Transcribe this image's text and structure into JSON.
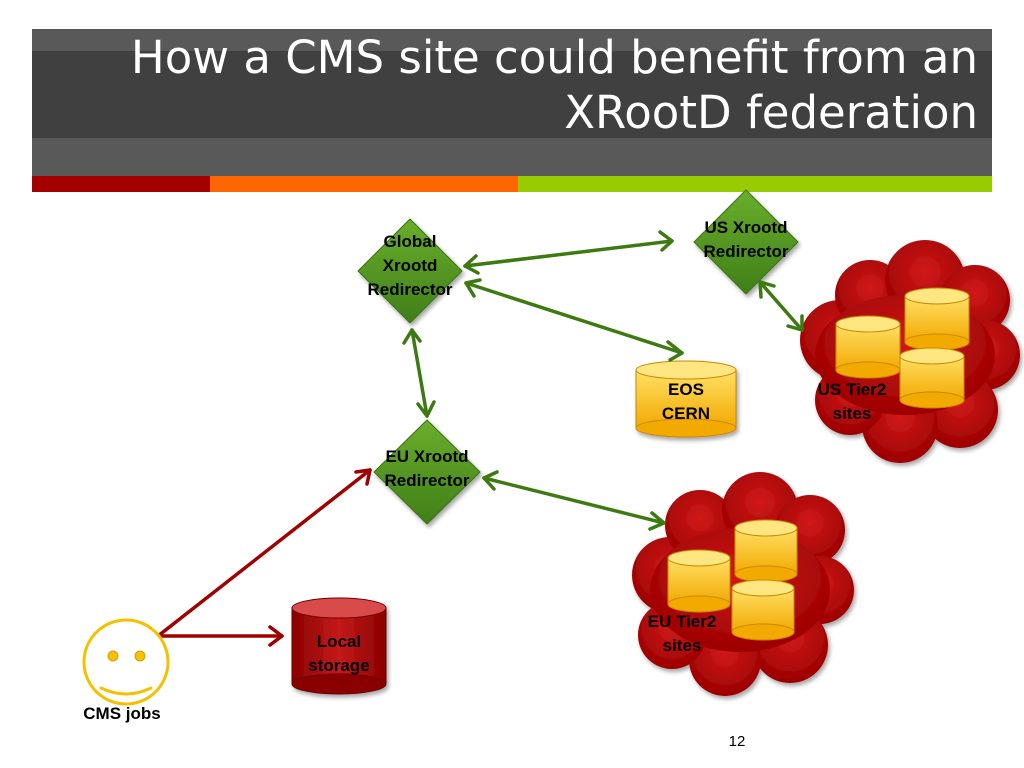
{
  "slide": {
    "title_line1": "How a CMS site could benefit from an",
    "title_line2": "XRootD federation",
    "slide_number": "12"
  },
  "nodes": {
    "global_redirector": {
      "line1": "Global",
      "line2": "Xrootd",
      "line3": "Redirector"
    },
    "us_redirector": {
      "line1": "US Xrootd",
      "line2": "Redirector"
    },
    "eu_redirector": {
      "line1": "EU Xrootd",
      "line2": "Redirector"
    },
    "eos": {
      "line1": "EOS",
      "line2": "CERN"
    },
    "us_tier2": {
      "line1": "US Tier2",
      "line2": "sites"
    },
    "eu_tier2": {
      "line1": "EU Tier2",
      "line2": "sites"
    },
    "local_storage": {
      "line1": "Local",
      "line2": "storage"
    },
    "cms_jobs": {
      "label": "CMS jobs"
    }
  },
  "colors": {
    "title_bg": "#404040",
    "accent_red": "#a50000",
    "accent_orange": "#ff6600",
    "accent_green": "#99cc00",
    "redirector_green": "#5a9a26",
    "federation_arrow": "#3d7a12",
    "job_arrow": "#a00000",
    "cloud_red": "#b30000",
    "disk_yellow": "#ffc000",
    "smiley_yellow": "#f5c000"
  }
}
